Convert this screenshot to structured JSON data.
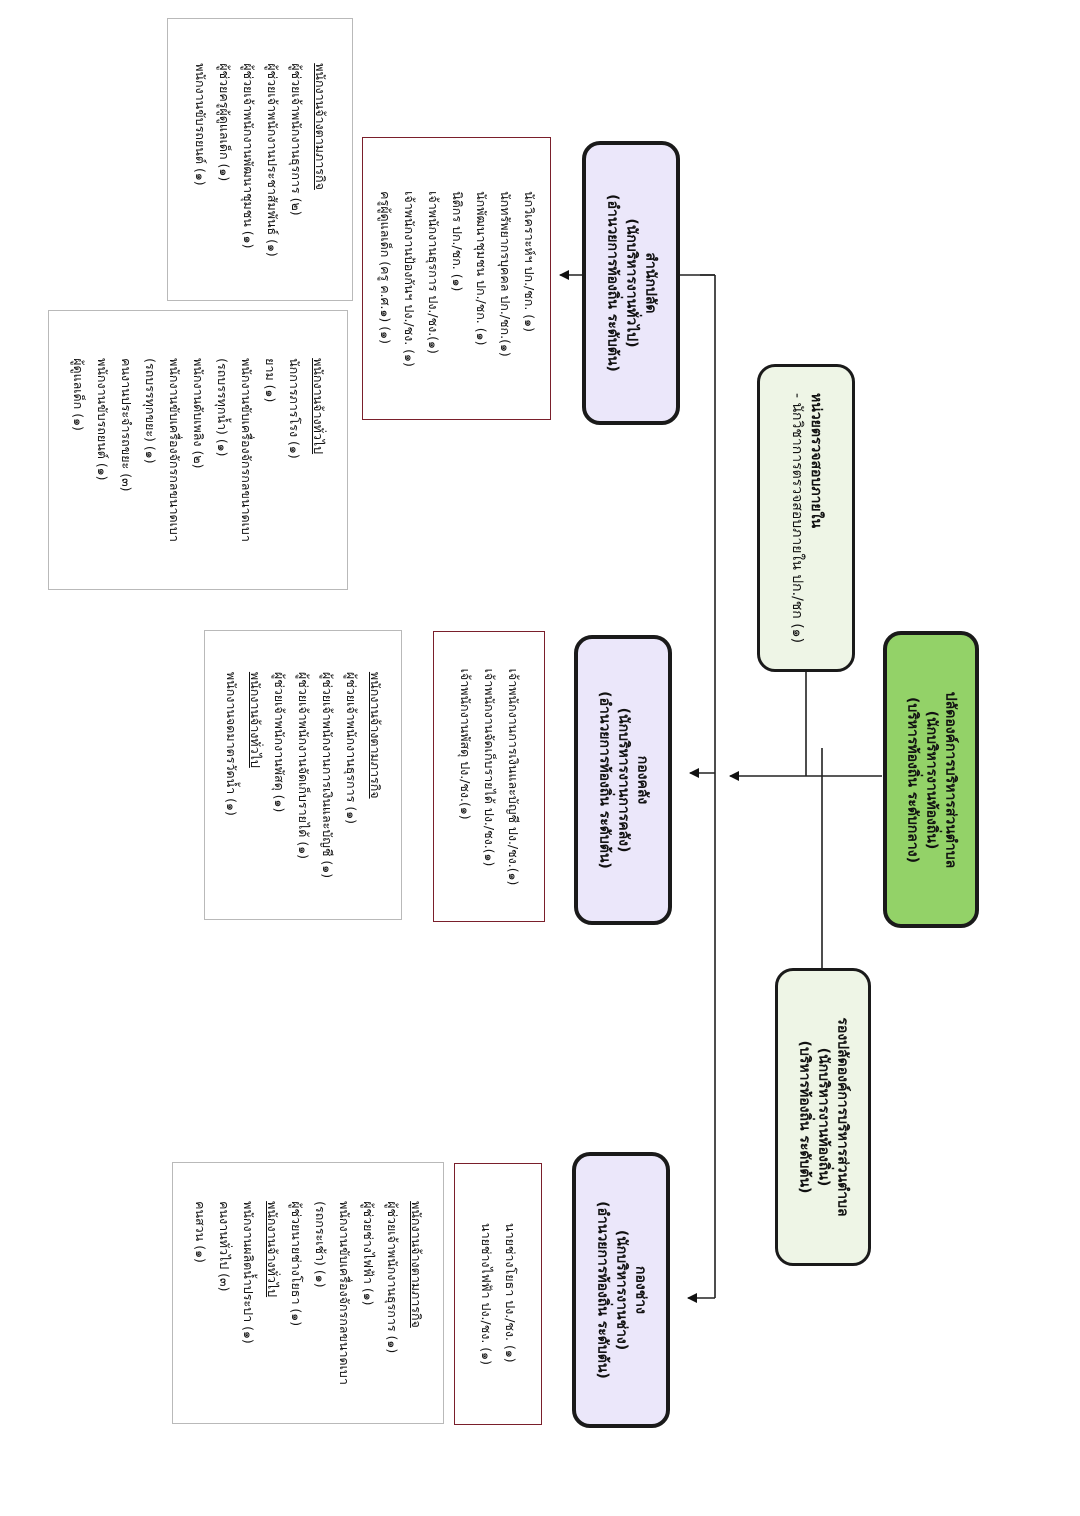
{
  "diagram": {
    "chief": {
      "title": "ปลัดองค์การบริหารส่วนตำบล",
      "line2": "(นักบริหารงานท้องถิ่น)",
      "line3": "(บริหารท้องถิ่น ระดับกลาง)"
    },
    "deputy": {
      "title": "รองปลัดองค์การบริหารส่วนตำบล",
      "line2": "(นักบริหารงานท้องถิ่น)",
      "line3": "(บริหารท้องถิ่น ระดับต้น)"
    },
    "audit": {
      "title": "หน่วยตรวจสอบภายใน",
      "line2": "- นักวิชาการตรวจสอบภายใน ปก./ชก (๑)"
    },
    "departments": [
      {
        "title": "สำนักปลัด",
        "line2": "(นักบริหารงานทั่วไป)",
        "line3": "(อำนวยการท้องถิ่น ระดับต้น)",
        "staff": [
          "นักวิเคราะห์ฯ ปก./ชก. (๑)",
          "นักทรัพยากรบุคคล ปก./ชก.(๑)",
          "นักพัฒนาชุมชน ปก./ชก. (๑)",
          "นิติกร ปก./ชก. (๑)",
          "เจ้าพนักงานธุรการ ปง./ชง.(๑)",
          "เจ้าพนักงานป้องกันฯ ปง./ชง. (๑)",
          "ครูผู้ดูแลเด็ก (ครู ค.ศ.๑) (๑)"
        ],
        "contract_heading": "พนักงานจ้างตามภารกิจ",
        "contract": [
          "ผู้ช่วยเจ้าพนักงานธุรการ (๒)",
          "ผู้ช่วยเจ้าพนักงานประชาสัมพันธ์ (๑)",
          "ผู้ช่วยเจ้าพนักงานพัฒนาชุมชน (๑)",
          "ผู้ช่วยครูผู้ดูแลเด็ก (๑)",
          "พนักงานขับรถยนต์ (๑)"
        ],
        "general_heading": "พนักงานจ้างทั่วไป",
        "general": [
          "นักการภารโรง (๑)",
          "ยาม (๑)",
          "พนักงานขับเครื่องจักรกลขนาดเบา",
          "(รถบรรทุกน้ำ) (๑)",
          "พนักงานดับเพลิง (๒)",
          "พนักงานขับเครื่องจักรกลขนาดเบา",
          "(รถบรรทุกขยะ) (๑)",
          "คนงานประจำรถขยะ (๓)",
          "พนักงานขับรถยนต์ (๑)",
          "ผู้ดูแลเด็ก (๑)"
        ]
      },
      {
        "title": "กองคลัง",
        "line2": "(นักบริหารงานการคลัง)",
        "line3": "(อำนวยการท้องถิ่น ระดับต้น)",
        "staff": [
          "เจ้าพนักงานการเงินและบัญชี ปง./ชง.(๑)",
          "เจ้าพนักงานจัดเก็บรายได้ ปง./ชง.(๑)",
          "เจ้าพนักงานพัสดุ ปง./ชง.(๑)"
        ],
        "contract_heading": "พนักงานจ้างตามภารกิจ",
        "contract": [
          "ผู้ช่วยเจ้าพนักงานธุรการ (๑)",
          "ผู้ช่วยเจ้าพนักงานการเงินและบัญชี (๑)",
          "ผู้ช่วยเจ้าพนักงานจัดเก็บรายได้ (๑)",
          "ผู้ช่วยเจ้าพนักงานพัสดุ (๑)"
        ],
        "general_heading": "พนักงานจ้างทั่วไป",
        "general": [
          "พนักงานจดมาตรวัดน้ำ (๑)"
        ]
      },
      {
        "title": "กองช่าง",
        "line2": "(นักบริหารงานช่าง)",
        "line3": "(อำนวยการท้องถิ่น ระดับต้น)",
        "staff": [
          "นายช่างโยธา ปง./ชง. (๑)",
          "นายช่างไฟฟ้า ปง./ชง. (๑)"
        ],
        "contract_heading": "พนักงานจ้างตามภารกิจ",
        "contract": [
          "ผู้ช่วยเจ้าพนักงานธุรการ (๑)",
          "ผู้ช่วยช่างไฟฟ้า (๑)",
          "พนักงานขับเครื่องจักรกลขนาดเบา",
          "(รถกระเช้า) (๑)",
          "ผู้ช่วยนายช่างโยธา (๑)"
        ],
        "general_heading": "พนักงานจ้างทั่วไป",
        "general": [
          "พนักงานผลิตน้ำประปา (๑)",
          "คนงานทั่วไป (๓)",
          "คนสวน (๑)"
        ]
      }
    ]
  }
}
